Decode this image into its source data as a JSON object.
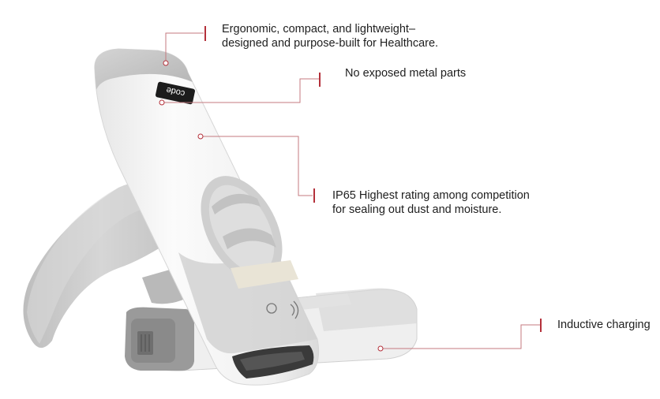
{
  "product": {
    "logo_text": "code"
  },
  "callouts": [
    {
      "id": "ergonomic",
      "lines": [
        "Ergonomic, compact, and lightweight–",
        "designed and purpose-built for Healthcare."
      ]
    },
    {
      "id": "no-metal",
      "lines": [
        "No exposed metal parts"
      ]
    },
    {
      "id": "ip65",
      "lines": [
        "IP65 Highest rating among competition",
        "for sealing out dust and moisture."
      ]
    },
    {
      "id": "inductive",
      "lines": [
        "Inductive charging"
      ]
    }
  ],
  "colors": {
    "callout_line": "#b4303a",
    "device_white": "#f1f1f1",
    "device_gray": "#c9c9c9",
    "device_dark": "#3a3a3a"
  }
}
